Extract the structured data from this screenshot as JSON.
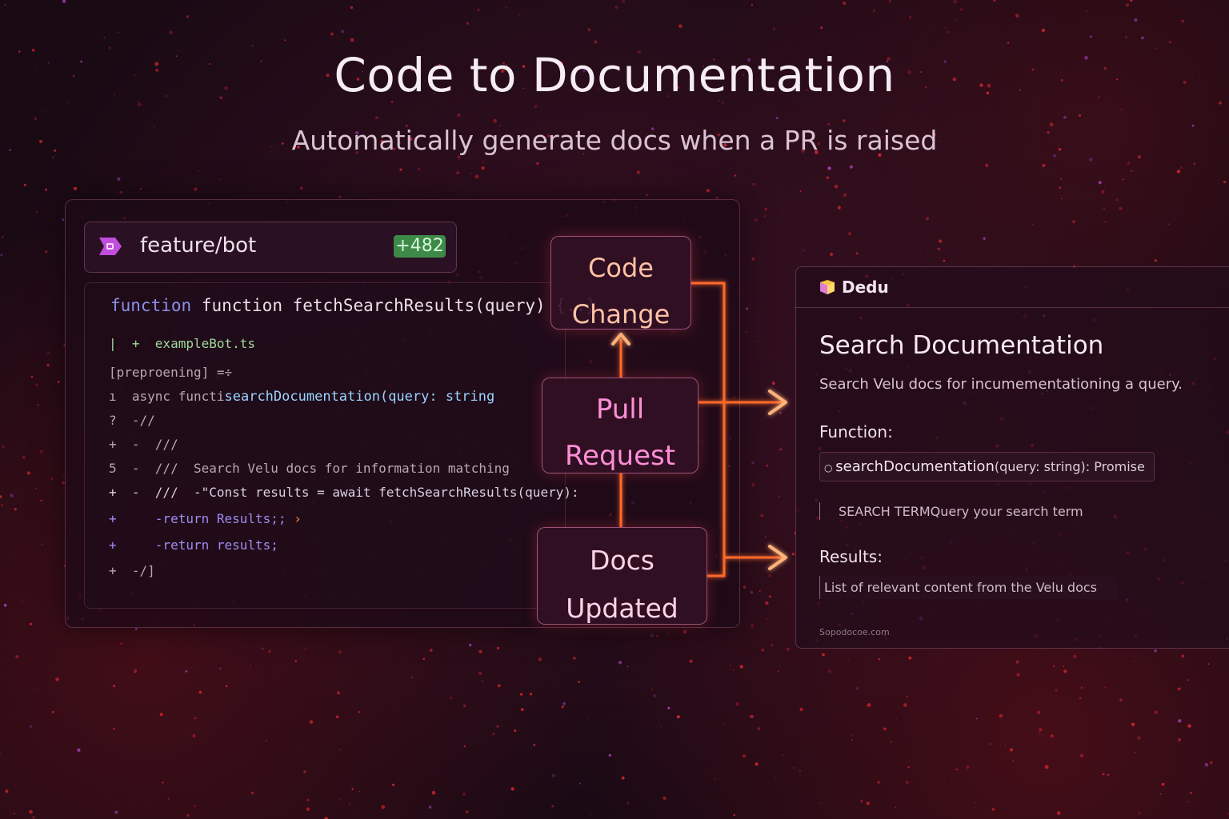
{
  "header": {
    "title": "Code to Documentation",
    "subtitle": "Automatically generate docs when a PR is raised"
  },
  "repo": {
    "branch": "feature/bot",
    "diff_badge": "+482"
  },
  "code": {
    "function_line": "function fetchSearchResults(query) {..}",
    "lines": [
      "|  +  exampleBot.ts",
      "[preproening] =÷",
      "ı  async functi",
      "searchDocumentation(query: string",
      "?  -//",
      "+  -  ///",
      "5  -  ///  Search Velu docs for information matching",
      "+  -  ///  -\"Const results = await fetchSearchResults(query):",
      "+     -return Results;;",
      "+     -return results;",
      "+  -/]"
    ]
  },
  "flow": {
    "code_change": [
      "Code",
      "Change"
    ],
    "pull_request": [
      "Pull",
      "Request"
    ],
    "docs_updated": [
      "Docs",
      "Updated"
    ]
  },
  "docs_panel": {
    "brand": "Dedu",
    "title": "Search Documentation",
    "description": "Search Velu docs for incumementationing a query.",
    "function_label": "Function:",
    "function_name": "searchDocumentation",
    "function_params": "(query: string): Promise",
    "search_term": "SEARCH TERMQuery your search term",
    "results_label": "Results:",
    "results_text": "List of relevant content from the Velu docs",
    "footer": "Sopodocoe.com"
  },
  "colors": {
    "arrow": "#ff6a2a",
    "diff_badge_bg": "#3d8a48",
    "pull_request_text": "#ff8ed8"
  }
}
